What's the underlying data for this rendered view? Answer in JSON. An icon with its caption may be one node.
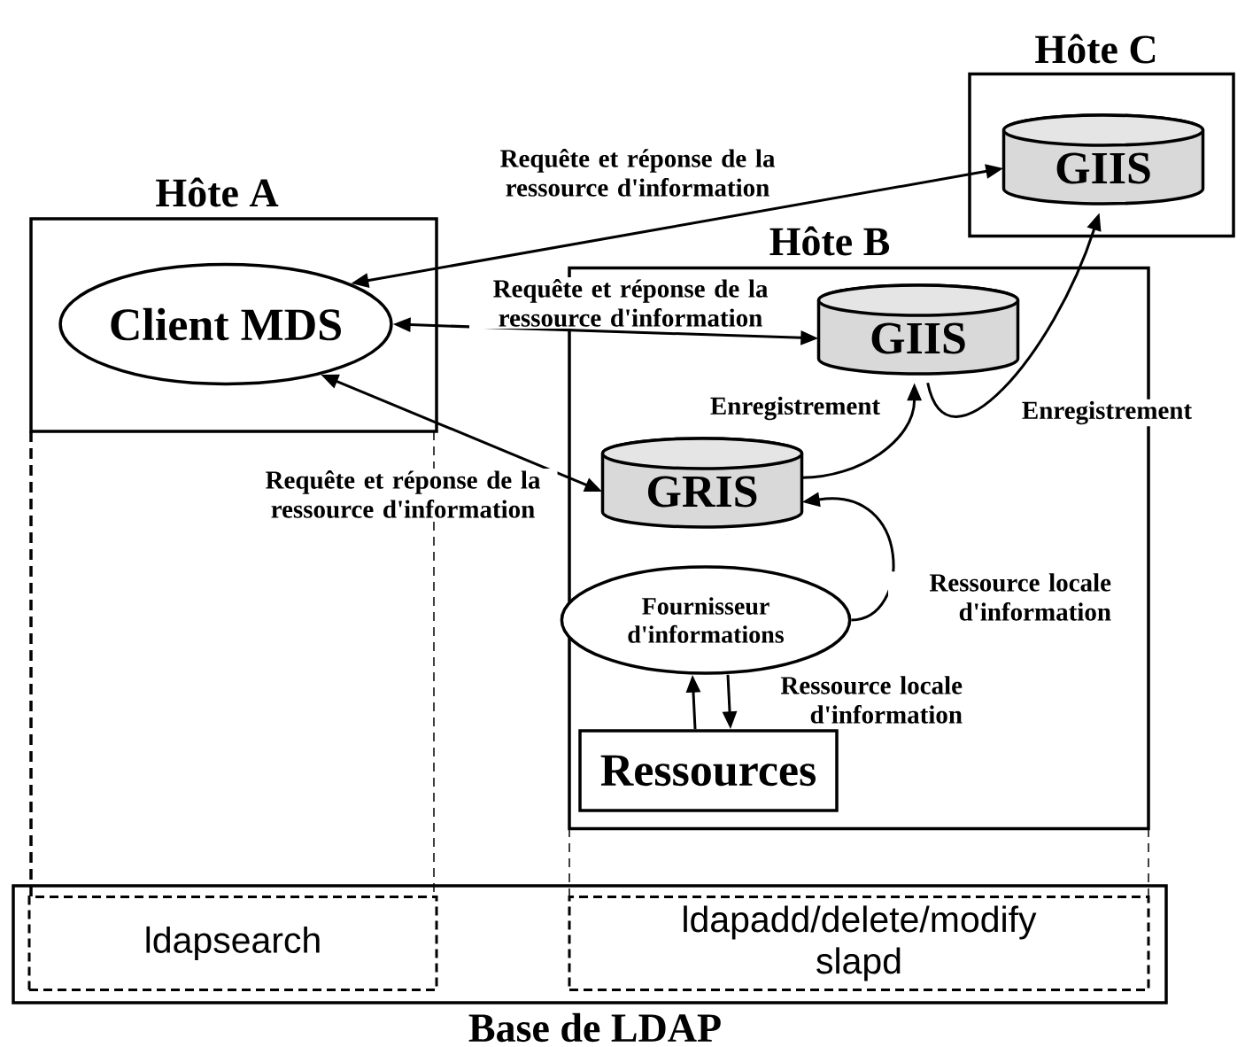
{
  "diagram": {
    "nodes": [
      {
        "text": [
          "Hôte A"
        ]
      },
      {
        "text": [
          "Client MDS"
        ],
        "in": 0
      },
      {
        "text": [
          "Hôte C"
        ]
      },
      {
        "text": [
          "GIIS"
        ],
        "in": 2
      },
      {
        "text": [
          "Hôte B"
        ]
      },
      {
        "text": [
          "GIIS"
        ],
        "in": 4
      },
      {
        "text": [
          "GRIS"
        ],
        "in": 4
      },
      {
        "text": [
          "Fournisseur d'informations"
        ],
        "in": 4
      },
      {
        "text": [
          "Ressources"
        ],
        "in": 4
      },
      {
        "text": [
          "Base de LDAP"
        ]
      },
      {
        "text": [
          "ldapsearch"
        ],
        "in": 9
      },
      {
        "text": [
          "ldapadd/delete/modify slapd"
        ],
        "in": 9
      }
    ],
    "edges": [
      {
        "from": 1,
        "to": 3,
        "arrow": "both",
        "label": "Requête et réponse de la ressource d'information"
      },
      {
        "from": 1,
        "to": 5,
        "arrow": "both",
        "label": "Requête et réponse de la ressource d'information"
      },
      {
        "from": 1,
        "to": 6,
        "arrow": "both",
        "label": "Requête et réponse de la ressource d'information"
      },
      {
        "from": 6,
        "to": 5,
        "arrow": "to",
        "label": "Enregistrement"
      },
      {
        "from": 5,
        "to": 3,
        "arrow": "to",
        "label": "Enregistrement"
      },
      {
        "from": 7,
        "to": 6,
        "arrow": "to",
        "label": "Ressource locale d'information"
      },
      {
        "from": 8,
        "to": 7,
        "arrow": "to"
      },
      {
        "from": 7,
        "to": 8,
        "arrow": "to",
        "label": "Ressource locale d'information"
      }
    ]
  }
}
